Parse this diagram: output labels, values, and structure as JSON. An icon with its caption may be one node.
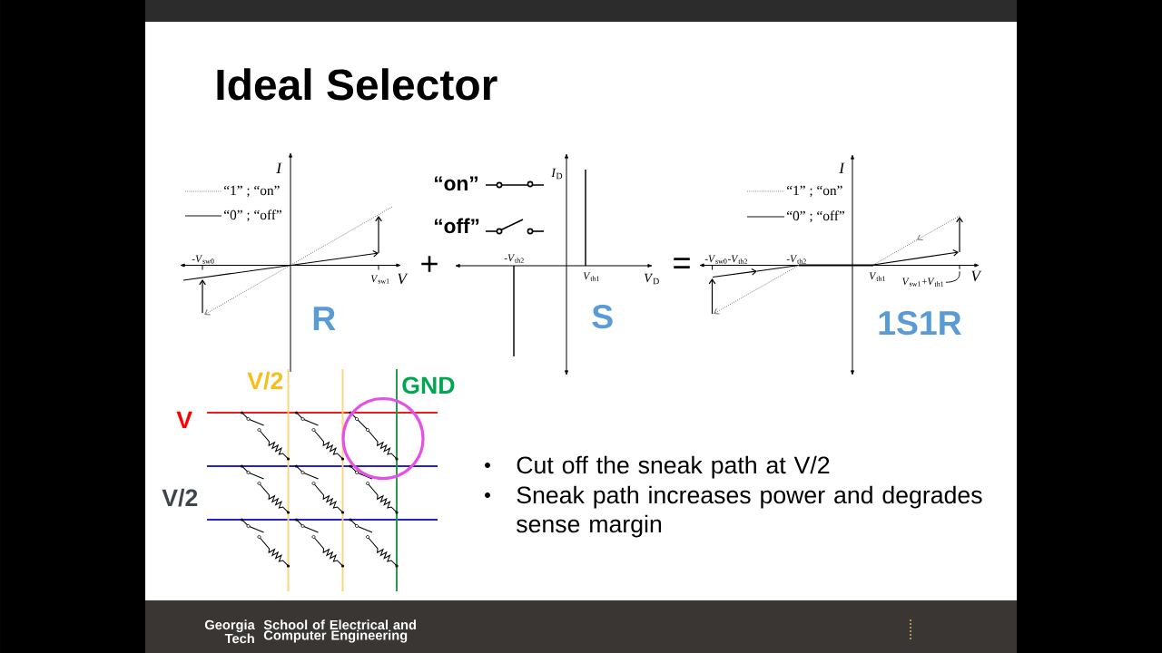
{
  "diagram": {
    "title": "Ideal Selector",
    "nodes": [
      {
        "text": [
          "*V*$_{sw1}$+*V*$_{th1}$"
        ]
      },
      {
        "text": [],
        "shape": "bar"
      }
    ],
    "edges": [
      {
        "from": 0,
        "to": 1,
        "arrow": "none"
      }
    ],
    "labels": [
      "I",
      "-*V*$_{sw0}$",
      "*V*$_{sw1}$",
      "V",
      "R",
      "“on”",
      "“off”",
      "+",
      "*I*$_{D}$",
      "-*V*$_{th2}$",
      "*V*$_{th1}$",
      "*V*$_{D}$",
      "S",
      "=",
      "I",
      "-*V*$_{sw0}$-*V*$_{th2}$",
      "-*V*$_{th2}$",
      "*V*$_{th1}$",
      "V",
      "1S1R",
      "V/2",
      "GND",
      "V",
      "V/2",
      "Cut off the sneak path at V/2",
      "Sneak path increases power and degrades sense margin",
      "Georgia Tech",
      "School of Electrical and Computer Engineering"
    ],
    "legend": [
      {
        "text": "“1” ; “on”"
      },
      {
        "text": "“0” ; “off”"
      },
      {
        "text": "“1” ; “on”"
      },
      {
        "text": "“0” ; “off”"
      }
    ]
  }
}
